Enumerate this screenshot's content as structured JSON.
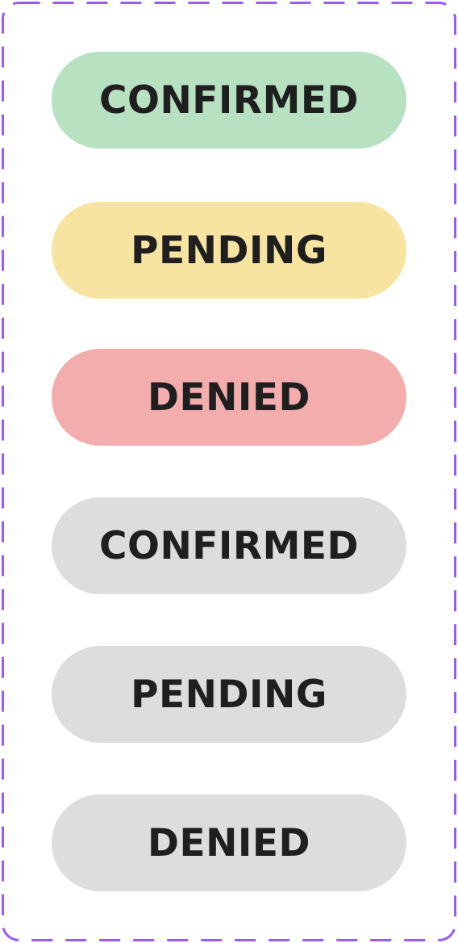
{
  "frame": {
    "border_color": "#9b59f5"
  },
  "badges": [
    {
      "label": "CONFIRMED",
      "status": "confirmed",
      "variant": "colored",
      "color": "#b7e1c1"
    },
    {
      "label": "PENDING",
      "status": "pending",
      "variant": "colored",
      "color": "#f7e4a0"
    },
    {
      "label": "DENIED",
      "status": "denied",
      "variant": "colored",
      "color": "#f4adad"
    },
    {
      "label": "CONFIRMED",
      "status": "confirmed",
      "variant": "neutral",
      "color": "#dddddd"
    },
    {
      "label": "PENDING",
      "status": "pending",
      "variant": "neutral",
      "color": "#dddddd"
    },
    {
      "label": "DENIED",
      "status": "denied",
      "variant": "neutral",
      "color": "#dddddd"
    }
  ],
  "text_color": "#1f1f1f"
}
